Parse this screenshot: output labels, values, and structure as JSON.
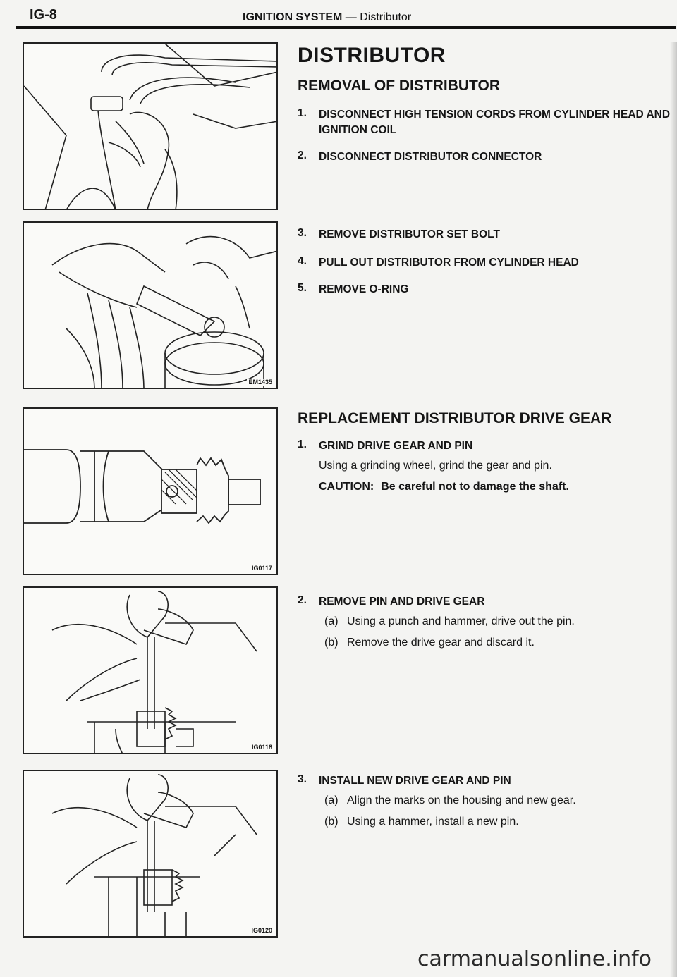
{
  "header": {
    "page_code": "IG-8",
    "section": "IGNITION SYSTEM",
    "separator": "—",
    "subsection": "Distributor"
  },
  "title": "DISTRIBUTOR",
  "removal": {
    "heading": "REMOVAL OF DISTRIBUTOR",
    "steps": [
      {
        "num": "1.",
        "text": "DISCONNECT HIGH TENSION CORDS FROM CYLINDER HEAD AND IGNITION COIL"
      },
      {
        "num": "2.",
        "text": "DISCONNECT DISTRIBUTOR CONNECTOR"
      },
      {
        "num": "3.",
        "text": "REMOVE DISTRIBUTOR SET BOLT"
      },
      {
        "num": "4.",
        "text": "PULL OUT DISTRIBUTOR FROM CYLINDER HEAD"
      },
      {
        "num": "5.",
        "text": "REMOVE O-RING"
      }
    ]
  },
  "replacement": {
    "heading": "REPLACEMENT DISTRIBUTOR DRIVE GEAR",
    "step1": {
      "num": "1.",
      "title": "GRIND DRIVE GEAR AND PIN",
      "body": "Using a grinding wheel, grind the gear and pin.",
      "caution_label": "CAUTION:",
      "caution_text": "Be careful not to damage the shaft."
    },
    "step2": {
      "num": "2.",
      "title": "REMOVE PIN AND DRIVE GEAR",
      "subs": [
        {
          "label": "(a)",
          "text": "Using a punch and hammer, drive out the pin."
        },
        {
          "label": "(b)",
          "text": "Remove the drive gear and discard it."
        }
      ]
    },
    "step3": {
      "num": "3.",
      "title": "INSTALL NEW DRIVE GEAR AND PIN",
      "subs": [
        {
          "label": "(a)",
          "text": "Align the marks on the housing and new gear."
        },
        {
          "label": "(b)",
          "text": "Using a hammer, install a new pin."
        }
      ]
    }
  },
  "figures": {
    "fig2_code": "EM1435",
    "fig3_code": "IG0117",
    "fig4_code": "IG0118",
    "fig5_code": "IG0120"
  },
  "watermark": "carmanualsonline.info"
}
